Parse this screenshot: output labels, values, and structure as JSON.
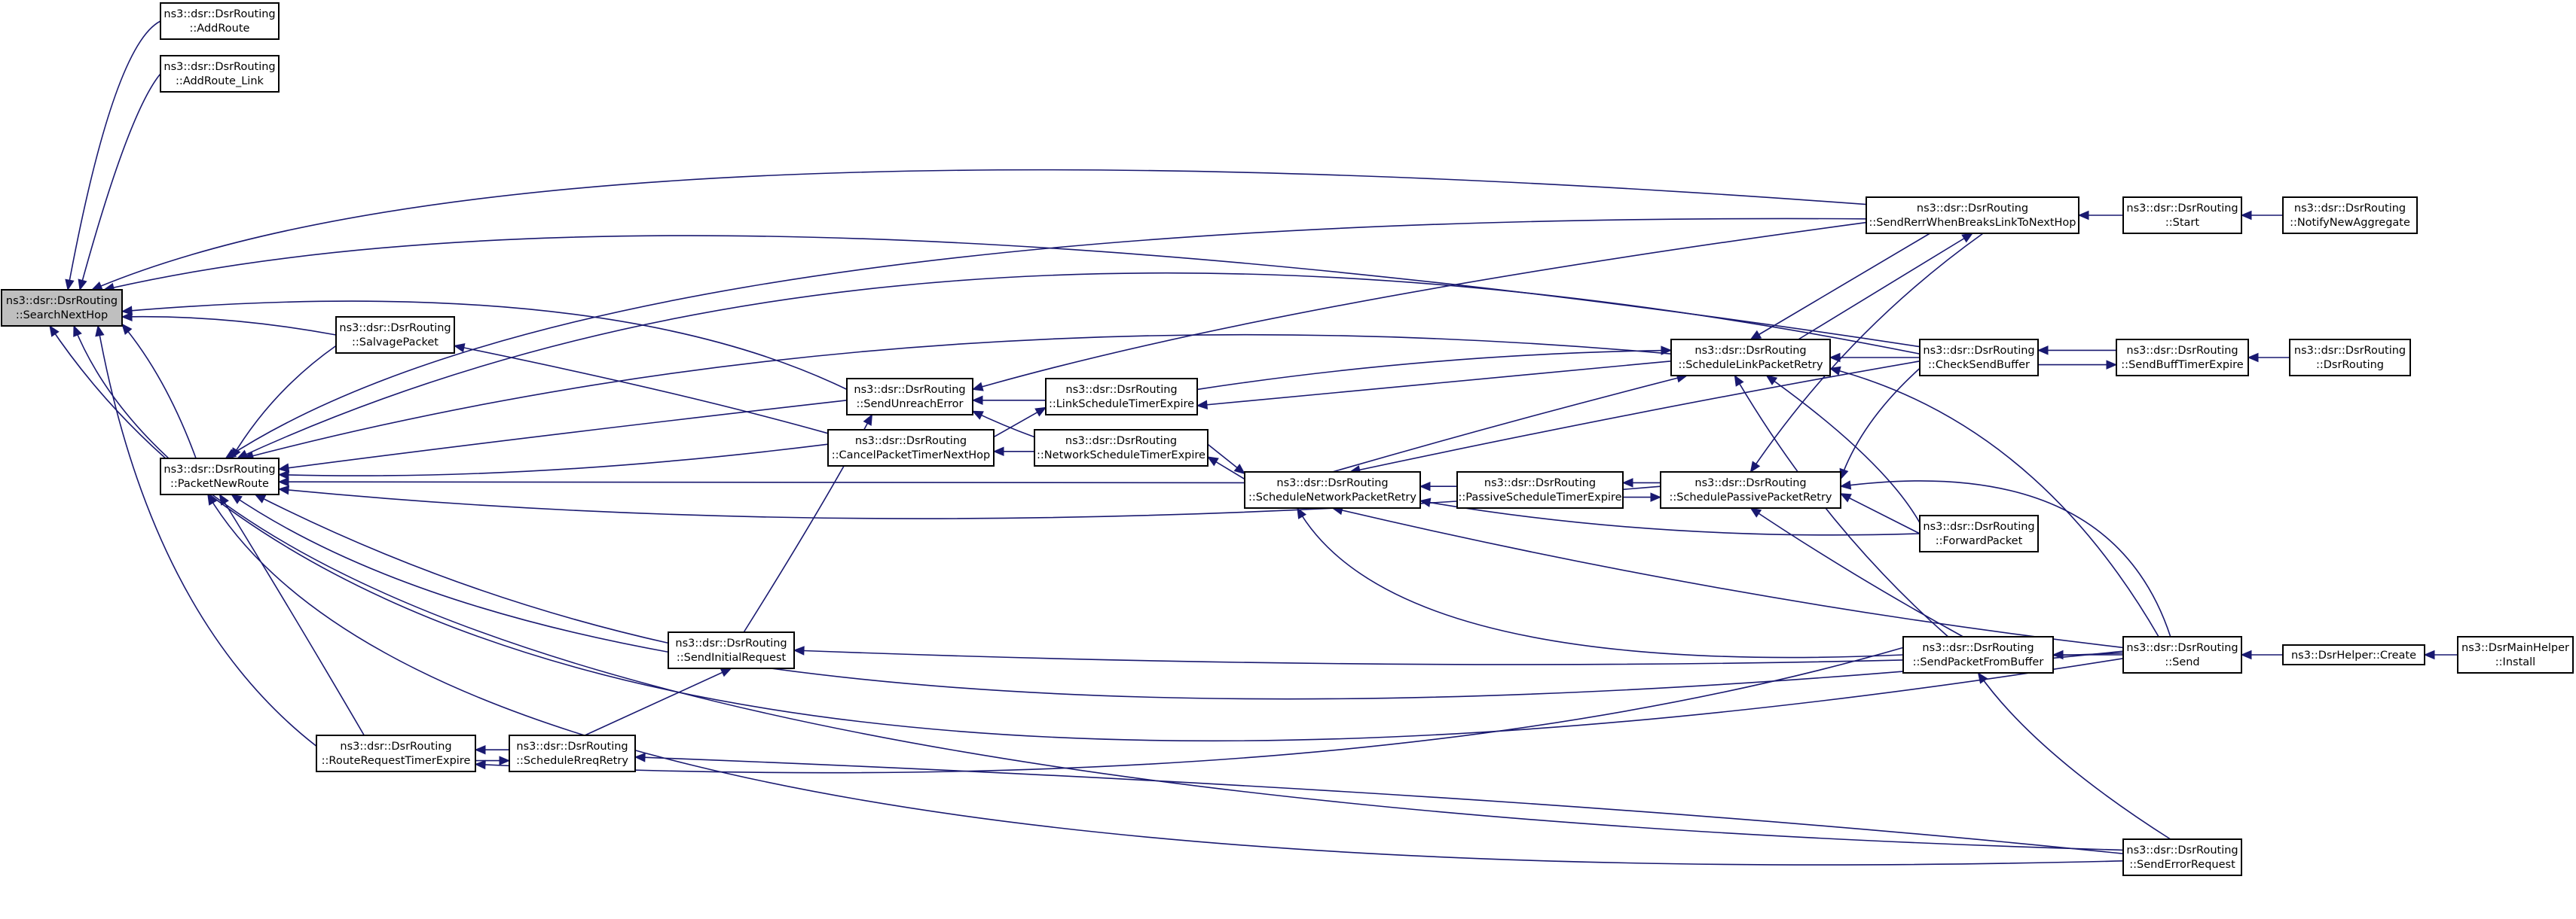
{
  "nodes": [
    {
      "id": "search_next_hop",
      "line1": "ns3::dsr::DsrRouting",
      "line2": "::SearchNextHop",
      "focus": true
    },
    {
      "id": "add_route",
      "line1": "ns3::dsr::DsrRouting",
      "line2": "::AddRoute"
    },
    {
      "id": "add_route_link",
      "line1": "ns3::dsr::DsrRouting",
      "line2": "::AddRoute_Link"
    },
    {
      "id": "salvage_packet",
      "line1": "ns3::dsr::DsrRouting",
      "line2": "::SalvagePacket"
    },
    {
      "id": "packet_new_route",
      "line1": "ns3::dsr::DsrRouting",
      "line2": "::PacketNewRoute"
    },
    {
      "id": "route_request_timer_expire",
      "line1": "ns3::dsr::DsrRouting",
      "line2": "::RouteRequestTimerExpire"
    },
    {
      "id": "schedule_rreq_retry",
      "line1": "ns3::dsr::DsrRouting",
      "line2": "::ScheduleRreqRetry"
    },
    {
      "id": "send_initial_request",
      "line1": "ns3::dsr::DsrRouting",
      "line2": "::SendInitialRequest"
    },
    {
      "id": "send_unreach_error",
      "line1": "ns3::dsr::DsrRouting",
      "line2": "::SendUnreachError"
    },
    {
      "id": "cancel_packet_timer_next_hop",
      "line1": "ns3::dsr::DsrRouting",
      "line2": "::CancelPacketTimerNextHop"
    },
    {
      "id": "link_schedule_timer_expire",
      "line1": "ns3::dsr::DsrRouting",
      "line2": "::LinkScheduleTimerExpire"
    },
    {
      "id": "network_schedule_timer_expire",
      "line1": "ns3::dsr::DsrRouting",
      "line2": "::NetworkScheduleTimerExpire"
    },
    {
      "id": "schedule_network_packet_retry",
      "line1": "ns3::dsr::DsrRouting",
      "line2": "::ScheduleNetworkPacketRetry"
    },
    {
      "id": "passive_schedule_timer_expire",
      "line1": "ns3::dsr::DsrRouting",
      "line2": "::PassiveScheduleTimerExpire"
    },
    {
      "id": "schedule_link_packet_retry",
      "line1": "ns3::dsr::DsrRouting",
      "line2": "::ScheduleLinkPacketRetry"
    },
    {
      "id": "schedule_passive_packet_retry",
      "line1": "ns3::dsr::DsrRouting",
      "line2": "::SchedulePassivePacketRetry"
    },
    {
      "id": "send_rerr_when_breaks_link",
      "line1": "ns3::dsr::DsrRouting",
      "line2": "::SendRerrWhenBreaksLinkToNextHop"
    },
    {
      "id": "check_send_buffer",
      "line1": "ns3::dsr::DsrRouting",
      "line2": "::CheckSendBuffer"
    },
    {
      "id": "forward_packet",
      "line1": "ns3::dsr::DsrRouting",
      "line2": "::ForwardPacket"
    },
    {
      "id": "send_packet_from_buffer",
      "line1": "ns3::dsr::DsrRouting",
      "line2": "::SendPacketFromBuffer"
    },
    {
      "id": "send_error_request",
      "line1": "ns3::dsr::DsrRouting",
      "line2": "::SendErrorRequest"
    },
    {
      "id": "start",
      "line1": "ns3::dsr::DsrRouting",
      "line2": "::Start"
    },
    {
      "id": "notify_new_aggregate",
      "line1": "ns3::dsr::DsrRouting",
      "line2": "::NotifyNewAggregate"
    },
    {
      "id": "send_buff_timer_expire",
      "line1": "ns3::dsr::DsrRouting",
      "line2": "::SendBuffTimerExpire"
    },
    {
      "id": "dsr_routing_ctor",
      "line1": "ns3::dsr::DsrRouting",
      "line2": "::DsrRouting"
    },
    {
      "id": "send",
      "line1": "ns3::dsr::DsrRouting",
      "line2": "::Send"
    },
    {
      "id": "dsr_helper_create",
      "line1": "ns3::DsrHelper::Create",
      "line2": ""
    },
    {
      "id": "dsr_main_helper_install",
      "line1": "ns3::DsrMainHelper",
      "line2": "::Install"
    }
  ]
}
